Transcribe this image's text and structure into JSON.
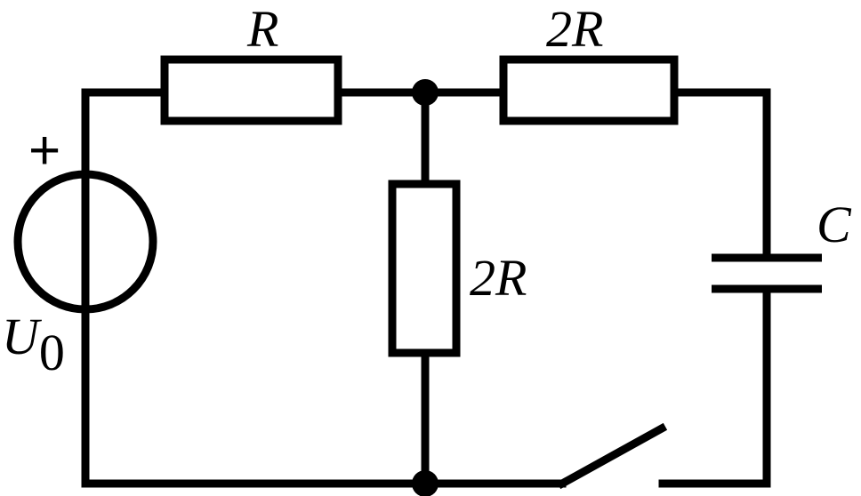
{
  "source": {
    "label": "U",
    "subscript": "0",
    "polarity": "+"
  },
  "resistor_series": {
    "label": "R"
  },
  "resistor_top_right": {
    "label": "2R"
  },
  "resistor_shunt": {
    "label": "2R"
  },
  "capacitor": {
    "label": "C"
  },
  "switch": {
    "state": "open"
  }
}
